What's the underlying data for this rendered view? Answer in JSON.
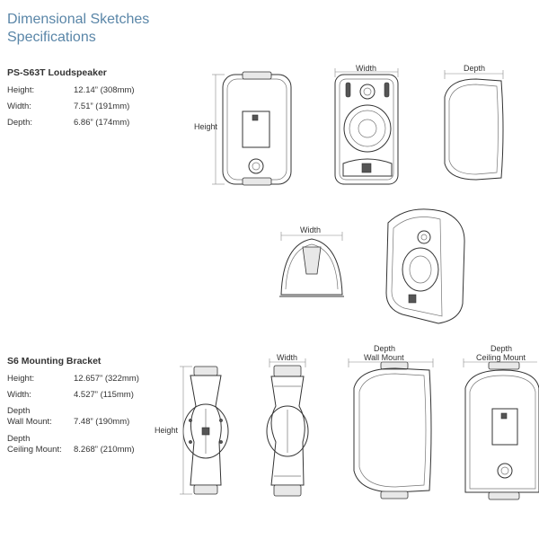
{
  "title_line1": "Dimensional Sketches",
  "title_line2": "Specifications",
  "loudspeaker": {
    "heading": "PS-S63T Loudspeaker",
    "specs": [
      {
        "label": "Height:",
        "value": "12.14” (308mm)"
      },
      {
        "label": "Width:",
        "value": "7.51” (191mm)"
      },
      {
        "label": "Depth:",
        "value": "6.86” (174mm)"
      }
    ]
  },
  "bracket": {
    "heading": "S6 Mounting Bracket",
    "height_label": "Height:",
    "height_value": "12.657” (322mm)",
    "width_label": "Width:",
    "width_value": "4.527” (115mm)",
    "depth_wall_label1": "Depth",
    "depth_wall_label2": "Wall Mount:",
    "depth_wall_value": "7.48” (190mm)",
    "depth_ceiling_label1": "Depth",
    "depth_ceiling_label2": "Ceiling Mount:",
    "depth_ceiling_value": "8.268” (210mm)"
  },
  "sketch_labels": {
    "height": "Height",
    "width": "Width",
    "depth": "Depth",
    "wall_mount": "Wall Mount",
    "ceiling_mount": "Ceiling Mount"
  }
}
